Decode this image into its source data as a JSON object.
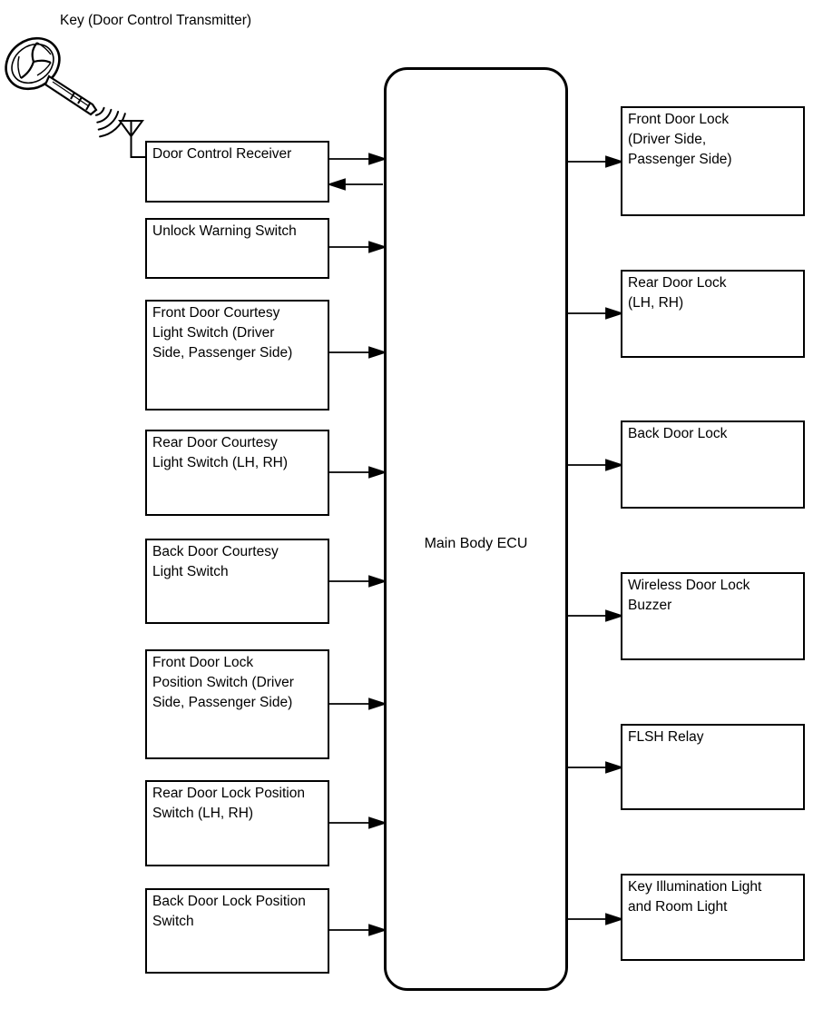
{
  "title": "Key (Door Control Transmitter)",
  "ecu": {
    "label": "Main Body ECU"
  },
  "inputs": [
    {
      "id": "door-control-receiver",
      "label": "Door Control Receiver",
      "direction": "bidirectional"
    },
    {
      "id": "unlock-warning-switch",
      "label": "Unlock Warning Switch",
      "direction": "to-ecu"
    },
    {
      "id": "front-door-courtesy-light-switch",
      "label": "Front Door Courtesy\nLight Switch (Driver\nSide, Passenger Side)",
      "direction": "to-ecu"
    },
    {
      "id": "rear-door-courtesy-light-switch",
      "label": "Rear Door Courtesy\nLight Switch (LH, RH)",
      "direction": "to-ecu"
    },
    {
      "id": "back-door-courtesy-light-switch",
      "label": "Back Door Courtesy\nLight Switch",
      "direction": "to-ecu"
    },
    {
      "id": "front-door-lock-position-switch",
      "label": "Front Door Lock\nPosition Switch (Driver\nSide, Passenger Side)",
      "direction": "to-ecu"
    },
    {
      "id": "rear-door-lock-position-switch",
      "label": "Rear Door Lock Position\nSwitch (LH, RH)",
      "direction": "to-ecu"
    },
    {
      "id": "back-door-lock-position-switch",
      "label": "Back Door Lock Position\nSwitch",
      "direction": "to-ecu"
    }
  ],
  "outputs": [
    {
      "id": "front-door-lock",
      "label": "Front Door Lock\n(Driver Side,\nPassenger Side)"
    },
    {
      "id": "rear-door-lock",
      "label": "Rear Door Lock\n(LH, RH)"
    },
    {
      "id": "back-door-lock",
      "label": "Back Door Lock"
    },
    {
      "id": "wireless-door-lock-buzzer",
      "label": "Wireless Door Lock\nBuzzer"
    },
    {
      "id": "flsh-relay",
      "label": "FLSH Relay"
    },
    {
      "id": "key-illumination-light",
      "label": "Key Illumination Light\nand Room Light"
    }
  ],
  "icons": {
    "key": "key-illustration",
    "waves": "radio-waves",
    "antenna": "antenna-symbol"
  },
  "colors": {
    "line": "#000000",
    "background": "#ffffff",
    "text": "#000000"
  }
}
